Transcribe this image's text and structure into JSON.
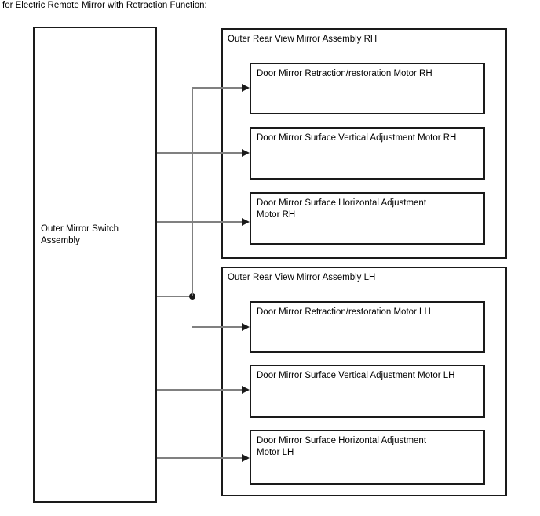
{
  "caption": "for Electric Remote Mirror with Retraction Function:",
  "colors": {
    "box_border": "#1a1a1a",
    "wire": "#808080",
    "arrow": "#1a1a1a",
    "background": "#ffffff",
    "text": "#000000"
  },
  "switch": {
    "label": "Outer Mirror Switch Assembly"
  },
  "assemblies": [
    {
      "title": "Outer Rear View Mirror Assembly RH",
      "side": "RH",
      "motors": [
        {
          "label": "Door Mirror Retraction/restoration Motor RH"
        },
        {
          "label": "Door Mirror Surface Vertical Adjustment Motor RH"
        },
        {
          "label": "Door Mirror Surface Horizontal Adjustment Motor RH"
        }
      ]
    },
    {
      "title": "Outer Rear View Mirror Assembly LH",
      "side": "LH",
      "motors": [
        {
          "label": "Door Mirror Retraction/restoration Motor LH"
        },
        {
          "label": "Door Mirror Surface Vertical Adjustment Motor LH"
        },
        {
          "label": "Door Mirror Surface Horizontal Adjustment Motor LH"
        }
      ]
    }
  ]
}
